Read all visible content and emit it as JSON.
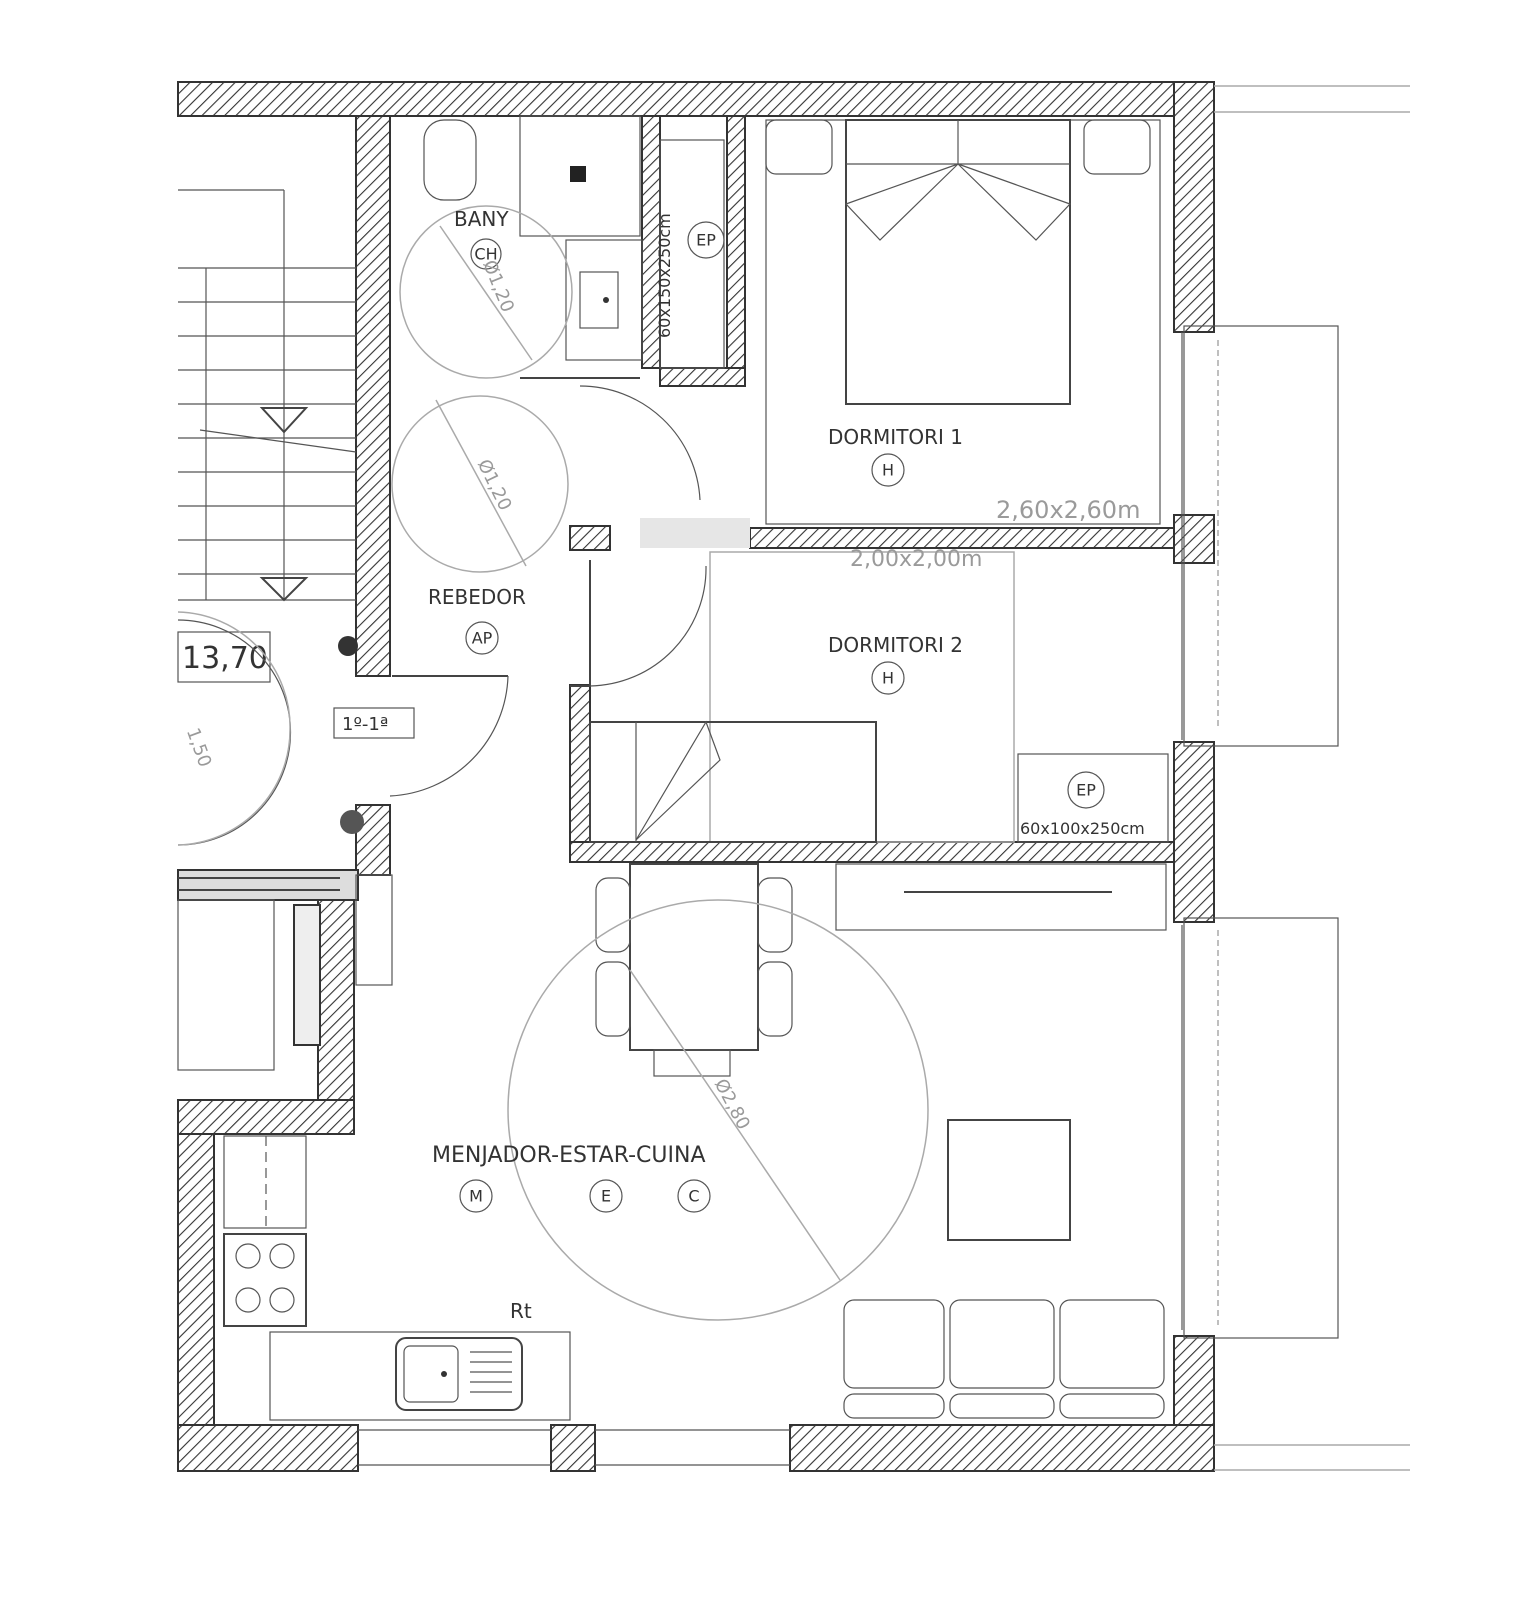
{
  "rooms": {
    "bathroom": {
      "name": "BANY",
      "code": "CH",
      "circle_dim": "Ø1,20",
      "shower_code": "EP",
      "shower_dim": "60x150x250cm"
    },
    "hall": {
      "name": "REBEDOR",
      "code": "AP",
      "circle_dim": "Ø1,20"
    },
    "bedroom1": {
      "name": "DORMITORI 1",
      "code": "H",
      "area_dim": "2,60x2,60m"
    },
    "bedroom2": {
      "name": "DORMITORI 2",
      "code": "H",
      "area_dim": "2,00x2,00m",
      "wardrobe_code": "EP",
      "wardrobe_dim": "60x100x250cm"
    },
    "living": {
      "name": "MENJADOR-ESTAR-CUINA",
      "codes": [
        "M",
        "E",
        "C"
      ],
      "circle_dim": "Ø2,80",
      "kitchen_label": "Rt"
    }
  },
  "stair": {
    "landing_dim": "13,70",
    "door_label": "1º-1ª",
    "circle_dim": "1,50"
  }
}
